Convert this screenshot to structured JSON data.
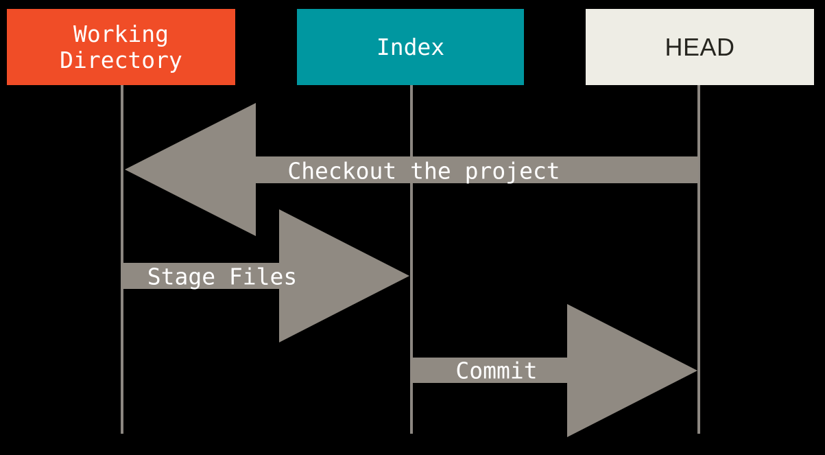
{
  "background": "#000000",
  "lifeline_color": "#8C8781",
  "arrow_color": "#908A82",
  "columns": [
    {
      "id": "working-directory",
      "label": "Working\nDirectory",
      "color": "#F04D27",
      "text_color": "#FFFFFF"
    },
    {
      "id": "index",
      "label": "Index",
      "color": "#0097A0",
      "text_color": "#FFFFFF"
    },
    {
      "id": "head",
      "label": "HEAD",
      "color": "#EEEDE5",
      "text_color": "#26251F"
    }
  ],
  "arrows": [
    {
      "id": "checkout",
      "label": "Checkout the project",
      "from": "HEAD",
      "to": "Working Directory",
      "direction": "left",
      "color": "#908A82"
    },
    {
      "id": "stage-files",
      "label": "Stage Files",
      "from": "Working Directory",
      "to": "Index",
      "direction": "right",
      "color": "#908A82"
    },
    {
      "id": "commit",
      "label": "Commit",
      "from": "Index",
      "to": "HEAD",
      "direction": "right",
      "color": "#908A82"
    }
  ]
}
